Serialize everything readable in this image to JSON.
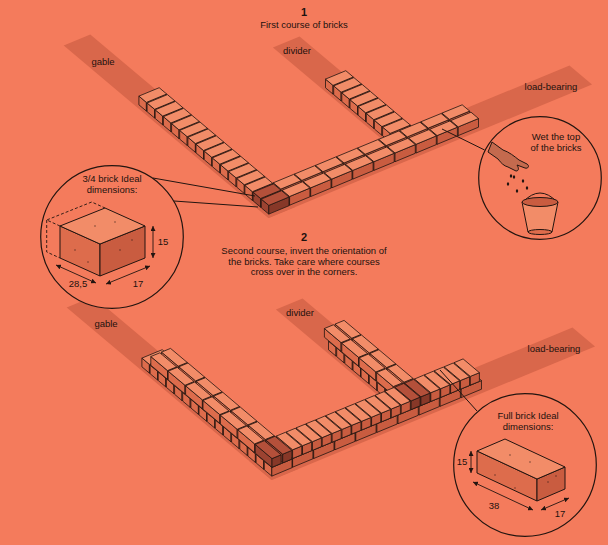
{
  "diagram": {
    "nodes": [
      {
        "text": [
          "3/4 brick Ideal dimensions:",
          "15",
          "28,5",
          "17"
        ]
      },
      {
        "text": [
          "Wet the top of the bricks"
        ]
      },
      {
        "text": [
          "Full brick Ideal dimensions:",
          "15",
          "38",
          "17"
        ]
      }
    ],
    "labels": [
      "1",
      "First course of bricks",
      "gable",
      "divider",
      "load-bearing",
      "2",
      "Second course, invert the orientation of the bricks. Take care where courses cross over in the corners.",
      "gable",
      "divider",
      "load-bearing"
    ]
  }
}
